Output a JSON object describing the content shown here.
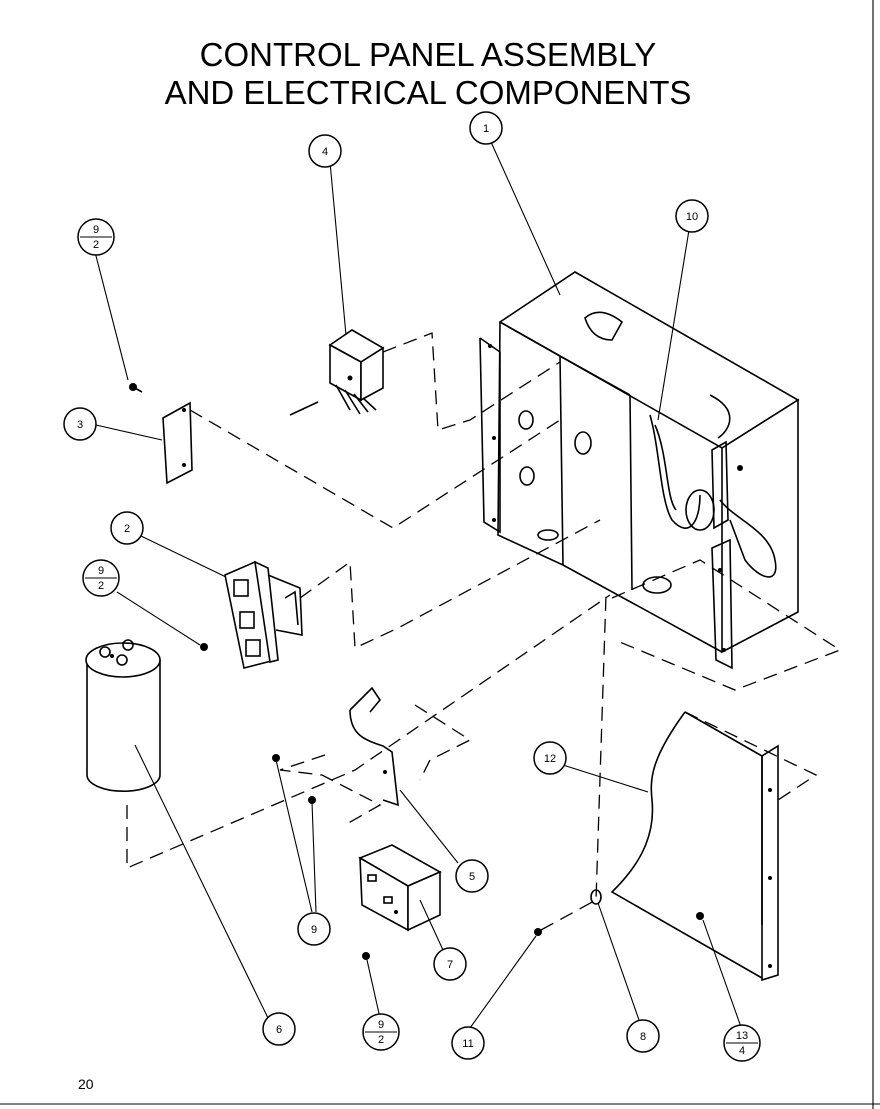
{
  "title": {
    "line1": "CONTROL PANEL ASSEMBLY",
    "line2": "AND ELECTRICAL COMPONENTS"
  },
  "page_number": "20",
  "callouts": [
    {
      "id": "c1",
      "label": "1"
    },
    {
      "id": "c2",
      "label": "2"
    },
    {
      "id": "c3",
      "label": "3"
    },
    {
      "id": "c4",
      "label": "4"
    },
    {
      "id": "c5",
      "label": "5"
    },
    {
      "id": "c6",
      "label": "6"
    },
    {
      "id": "c7",
      "label": "7"
    },
    {
      "id": "c8",
      "label": "8"
    },
    {
      "id": "c9",
      "label": "9"
    },
    {
      "id": "c10",
      "label": "10"
    },
    {
      "id": "c11",
      "label": "11"
    },
    {
      "id": "c12",
      "label": "12"
    }
  ],
  "fraction_callouts": [
    {
      "id": "f1",
      "top": "9",
      "bottom": "2"
    },
    {
      "id": "f2",
      "top": "9",
      "bottom": "2"
    },
    {
      "id": "f3",
      "top": "9",
      "bottom": "2"
    },
    {
      "id": "f4",
      "top": "13",
      "bottom": "4"
    }
  ]
}
